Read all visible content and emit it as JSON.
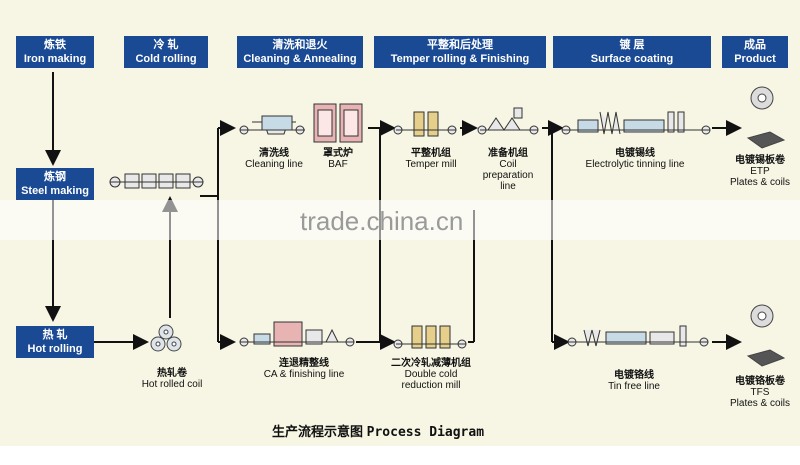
{
  "stages": {
    "iron_making": {
      "zh": "炼铁",
      "en": "Iron making"
    },
    "cold_rolling": {
      "zh": "冷 轧",
      "en": "Cold rolling"
    },
    "cleaning_annealing": {
      "zh": "清洗和退火",
      "en": "Cleaning & Annealing"
    },
    "temper_finishing": {
      "zh": "平整和后处理",
      "en": "Temper rolling & Finishing"
    },
    "surface_coating": {
      "zh": "镀 层",
      "en": "Surface coating"
    },
    "product": {
      "zh": "成品",
      "en": "Product"
    }
  },
  "boxes": {
    "steel_making": {
      "zh": "炼钢",
      "en": "Steel making"
    },
    "hot_rolling": {
      "zh": "热 轧",
      "en": "Hot rolling"
    }
  },
  "equipment": {
    "cleaning_line": {
      "zh": "清洗线",
      "en": "Cleaning line"
    },
    "baf": {
      "zh": "罩式炉",
      "en": "BAF"
    },
    "temper_mill": {
      "zh": "平整机组",
      "en": "Temper mill"
    },
    "coil_prep": {
      "zh": "准备机组",
      "en1": "Coil",
      "en2": "preparation",
      "en3": "line"
    },
    "etl": {
      "zh": "电镀锡线",
      "en": "Electrolytic tinning line"
    },
    "etp": {
      "zh": "电镀锡板卷",
      "en1": "ETP",
      "en2": "Plates & coils"
    },
    "hot_rolled_coil": {
      "zh": "热轧卷",
      "en": "Hot rolled coil"
    },
    "ca_line": {
      "zh": "连退精整线",
      "en": "CA & finishing line"
    },
    "dcr": {
      "zh": "二次冷轧减薄机组",
      "en1": "Double cold",
      "en2": "reduction mill"
    },
    "tfl": {
      "zh": "电镀铬线",
      "en": "Tin free line"
    },
    "tfs": {
      "zh": "电镀铬板卷",
      "en1": "TFS",
      "en2": "Plates & coils"
    }
  },
  "watermark": "trade.china.cn",
  "caption": {
    "zh": "生产流程示意图",
    "en": "Process Diagram"
  },
  "colors": {
    "header": "#1a4a94",
    "background": "#f7f6e4",
    "line": "#111111"
  }
}
